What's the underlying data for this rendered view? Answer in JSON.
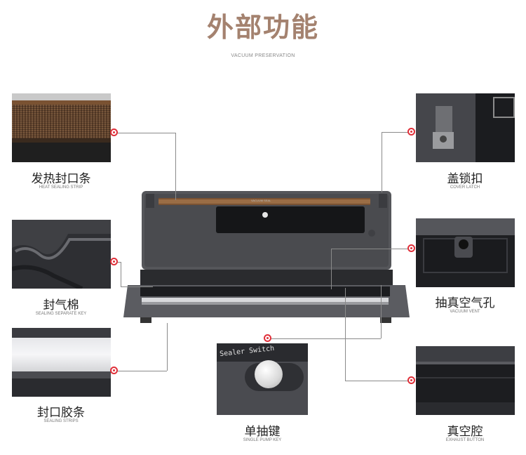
{
  "header": {
    "title": "外部功能",
    "subtitle": "VACUUM PRESERVATION"
  },
  "features": [
    {
      "zh": "发热封口条",
      "en": "HEAT SEALING STRIP"
    },
    {
      "zh": "封气棉",
      "en": "SEALING SEPARATE KEY"
    },
    {
      "zh": "封口胶条",
      "en": "SEALING STRIPS"
    },
    {
      "zh": "盖锁扣",
      "en": "COVER LATCH"
    },
    {
      "zh": "抽真空气孔",
      "en": "VACUUM VENT"
    },
    {
      "zh": "真空腔",
      "en": "EXHAUST BUTTON"
    },
    {
      "zh": "单抽键",
      "en": "SINGLE PUMP KEY"
    }
  ],
  "device": {
    "brand_plate": "VACUUM SEAL",
    "button_text": "Sealer Switch"
  },
  "colors": {
    "title": "#a4826f",
    "callout_dot": "#e0303a",
    "device_body": "#55565a"
  }
}
